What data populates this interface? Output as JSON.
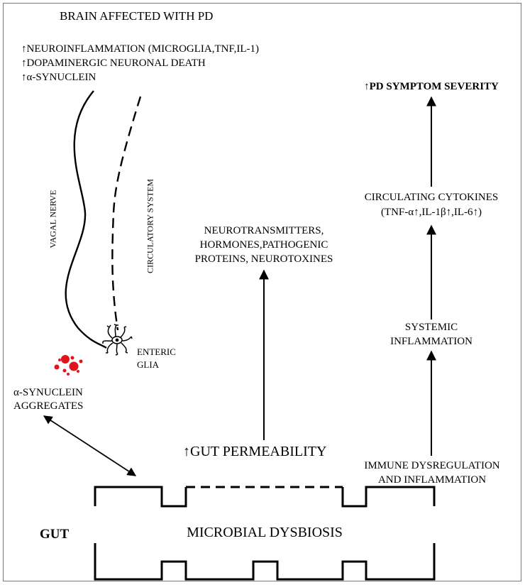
{
  "brain": {
    "title": "BRAIN AFFECTED WITH PD",
    "effects": [
      "↑NEUROINFLAMMATION (MICROGLIA,TNF,IL-1)",
      "↑DOPAMINERGIC NEURONAL DEATH",
      "↑α-SYNUCLEIN"
    ]
  },
  "pathways": {
    "vagal_nerve": "VAGAL NERVE",
    "circulatory_system": "CIRCULATORY SYSTEM"
  },
  "enteric_glia": {
    "line1": "ENTERIC",
    "line2": "GLIA"
  },
  "synuclein": {
    "line1": "α-SYNUCLEIN",
    "line2": "AGGREGATES"
  },
  "gut": {
    "label": "GUT",
    "center": "MICROBIAL DYSBIOSIS",
    "permeability": "↑GUT PERMEABILITY"
  },
  "neuro": {
    "line1": "NEUROTRANSMITTERS,",
    "line2": "HORMONES,PATHOGENIC",
    "line3": "PROTEINS, NEUROTOXINES"
  },
  "right_chain": {
    "immune_line1": "IMMUNE DYSREGULATION",
    "immune_line2": "AND INFLAMMATION",
    "systemic_line1": "SYSTEMIC",
    "systemic_line2": "INFLAMMATION",
    "cytokines_line1": "CIRCULATING CYTOKINES",
    "cytokines_line2": "(TNF-α↑,IL-1β↑,IL-6↑)",
    "severity": "↑PD SYMPTOM SEVERITY"
  },
  "colors": {
    "aggregates": "#e3131b",
    "line": "#000000",
    "frame": "#7a7a7a"
  }
}
